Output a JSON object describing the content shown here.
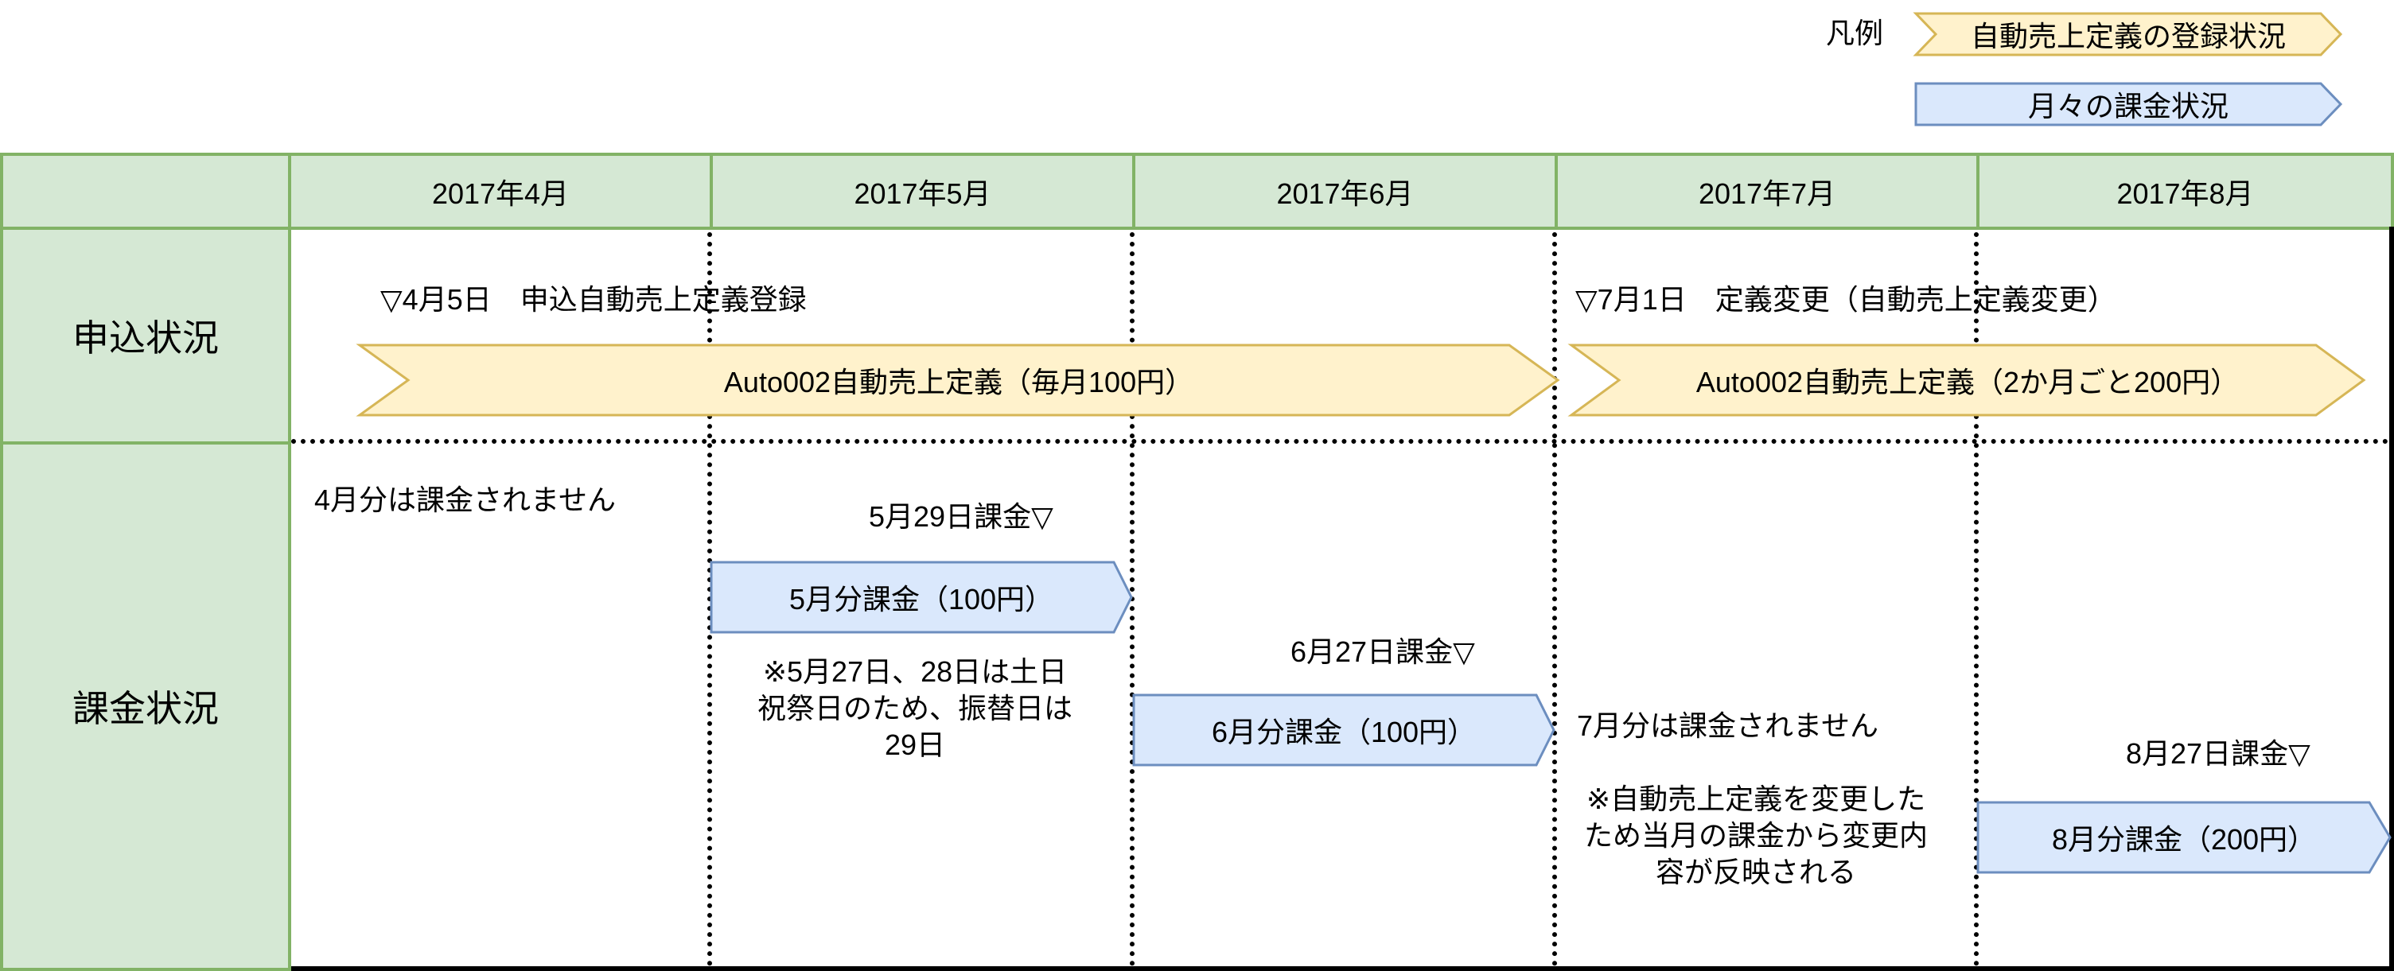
{
  "legend": {
    "label": "凡例",
    "items": [
      {
        "label": "自動売上定義の登録状況",
        "fill": "#fff2cc",
        "stroke": "#d6b656",
        "shape": "chevron"
      },
      {
        "label": "月々の課金状況",
        "fill": "#dae8fc",
        "stroke": "#6c8ebf",
        "shape": "pentagon"
      }
    ]
  },
  "table": {
    "header_fill": "#d5e8d4",
    "header_stroke": "#82b366",
    "months": [
      "2017年4月",
      "2017年5月",
      "2017年6月",
      "2017年7月",
      "2017年8月"
    ],
    "rows": [
      {
        "label": "申込状況"
      },
      {
        "label": "課金状況"
      }
    ]
  },
  "application": {
    "events": [
      {
        "text": "▽4月5日　申込自動売上定義登録"
      },
      {
        "text": "▽7月1日　定義変更（自動売上定義変更）"
      }
    ],
    "definitions": [
      {
        "label": "Auto002自動売上定義（毎月100円）"
      },
      {
        "label": "Auto002自動売上定義（2か月ごと200円）"
      }
    ]
  },
  "billing": {
    "april_note": "4月分は課金されません",
    "may": {
      "marker": "5月29日課金▽",
      "charge": "5月分課金（100円）",
      "note_lines": [
        "※5月27日、28日は土日",
        "祝祭日のため、振替日は",
        "29日"
      ]
    },
    "june": {
      "marker": "6月27日課金▽",
      "charge": "6月分課金（100円）"
    },
    "july": {
      "note": "7月分は課金されません",
      "note_lines": [
        "※自動売上定義を変更した",
        "ため当月の課金から変更内",
        "容が反映される"
      ]
    },
    "august": {
      "marker": "8月27日課金▽",
      "charge": "8月分課金（200円）"
    }
  }
}
